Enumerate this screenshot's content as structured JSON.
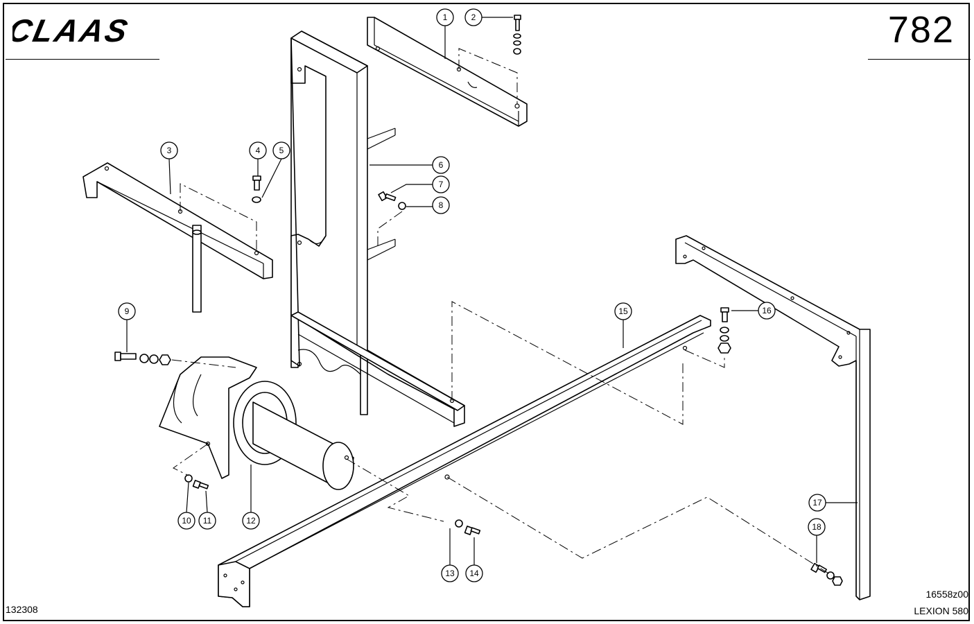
{
  "header": {
    "brand": "CLAAS",
    "page_number": "782"
  },
  "footer": {
    "image_ref": "132308",
    "drawing_ref": "16558z00",
    "model": "LEXION 580"
  },
  "callouts": [
    {
      "id": "1",
      "label": "1"
    },
    {
      "id": "2",
      "label": "2"
    },
    {
      "id": "3",
      "label": "3"
    },
    {
      "id": "4",
      "label": "4"
    },
    {
      "id": "5",
      "label": "5"
    },
    {
      "id": "6",
      "label": "6"
    },
    {
      "id": "7",
      "label": "7"
    },
    {
      "id": "8",
      "label": "8"
    },
    {
      "id": "9",
      "label": "9"
    },
    {
      "id": "10",
      "label": "10"
    },
    {
      "id": "11",
      "label": "11"
    },
    {
      "id": "12",
      "label": "12"
    },
    {
      "id": "13",
      "label": "13"
    },
    {
      "id": "14",
      "label": "14"
    },
    {
      "id": "15",
      "label": "15"
    },
    {
      "id": "16",
      "label": "16"
    },
    {
      "id": "17",
      "label": "17"
    },
    {
      "id": "18",
      "label": "18"
    }
  ]
}
